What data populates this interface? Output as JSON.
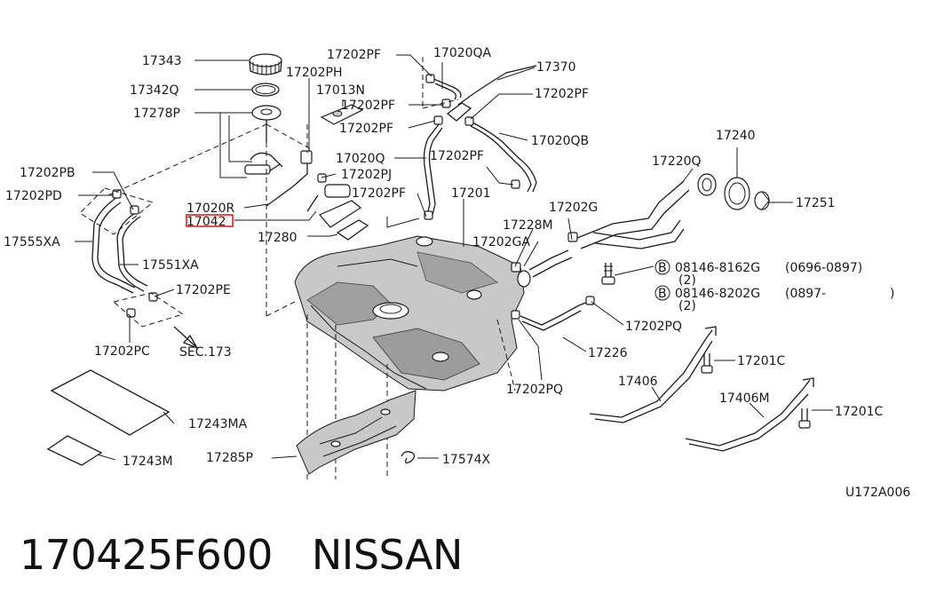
{
  "diagram": {
    "labels": {
      "l17343": "17343",
      "l17342q": "17342Q",
      "l17278p": "17278P",
      "l17202pb": "17202PB",
      "l17202pd": "17202PD",
      "l17555xa": "17555XA",
      "l17551xa": "17551XA",
      "l17202pe": "17202PE",
      "l17202pc": "17202PC",
      "sec173": "SEC.173",
      "l17243ma": "17243MA",
      "l17243m": "17243M",
      "l17202pf_a": "17202PF",
      "l17202ph": "17202PH",
      "l17013n": "17013N",
      "l17020qa": "17020QA",
      "l17370": "17370",
      "l17202pf_b": "17202PF",
      "l17202pf_c": "17202PF",
      "l17202pf_d": "17202PF",
      "l17020qb": "17020QB",
      "l17020q": "17020Q",
      "l17202pf_e": "17202PF",
      "l17202pj": "17202PJ",
      "l17020r": "17020R",
      "l17202pf_f": "17202PF",
      "l17201": "17201",
      "l17042": "17042",
      "l17280": "17280",
      "l17228m": "17228M",
      "l17202g": "17202G",
      "l17202ga": "17202GA",
      "l17240": "17240",
      "l17220q": "17220Q",
      "l17251": "17251",
      "bolt1_num": "08146-8162G",
      "bolt1_range": "(0696-0897)",
      "bolt1_qty": "(2)",
      "bolt2_num": "08146-8202G",
      "bolt2_range": "(0897-",
      "bolt2_close": ")",
      "bolt2_qty": "(2)",
      "bolt_marker": "B",
      "l17202pq_a": "17202PQ",
      "l17226": "17226",
      "l17202pq_b": "17202PQ",
      "l17201c_a": "17201C",
      "l17406": "17406",
      "l17406m": "17406M",
      "l17201c_b": "17201C",
      "l17285p": "17285P",
      "l17574x": "17574X",
      "figure_code": "U172A006"
    },
    "highlight_color": "#e02020"
  },
  "caption": {
    "part_number": "170425F600",
    "brand": "NISSAN"
  }
}
